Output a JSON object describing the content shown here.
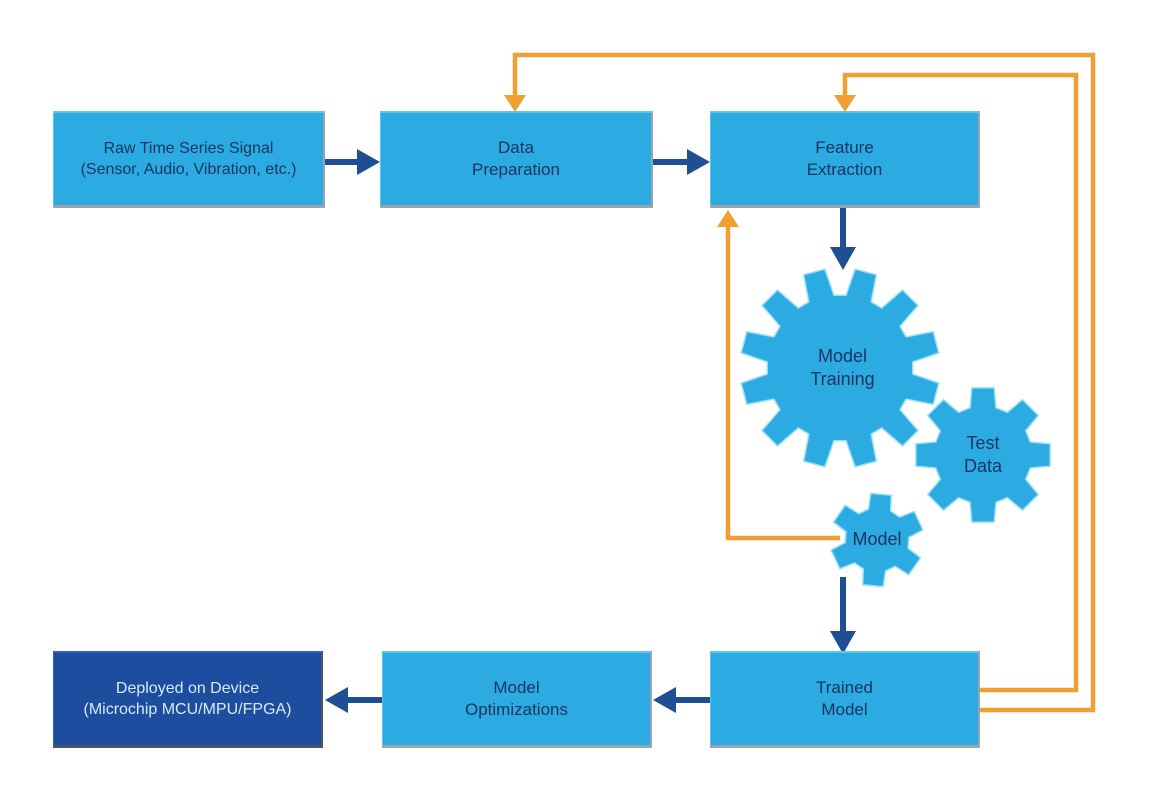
{
  "colors": {
    "canvas": "#FFFFFF",
    "box_fill": "#2CAAE2",
    "box_edge_light": "#5FC6F1",
    "box_edge_shadow": "#96A5AE",
    "gear_edge": "#9ADFF8",
    "deploy_fill": "#1C4D9E",
    "deploy_text": "#D6EBFB",
    "label_text": "#16355F",
    "arrow": "#1F4E94",
    "feedback": "#F0A033"
  },
  "nodes": {
    "raw": {
      "lines": [
        "Raw Time Series Signal",
        "(Sensor, Audio, Vibration, etc.)"
      ]
    },
    "prep": {
      "lines": [
        "Data",
        "Preparation"
      ]
    },
    "feat": {
      "lines": [
        "Feature",
        "Extraction"
      ]
    },
    "training": {
      "lines": [
        "Model",
        "Training"
      ]
    },
    "test": {
      "lines": [
        "Test",
        "Data"
      ]
    },
    "model": {
      "lines": [
        "Model"
      ]
    },
    "trained": {
      "lines": [
        "Trained",
        "Model"
      ]
    },
    "optim": {
      "lines": [
        "Model",
        "Optimizations"
      ]
    },
    "deploy": {
      "lines": [
        "Deployed on Device",
        "(Microchip MCU/MPU/FPGA)"
      ]
    }
  },
  "edges": [
    {
      "from": "raw",
      "to": "prep",
      "type": "flow"
    },
    {
      "from": "prep",
      "to": "feat",
      "type": "flow"
    },
    {
      "from": "feat",
      "to": "training",
      "type": "flow"
    },
    {
      "from": "model",
      "to": "trained",
      "type": "flow"
    },
    {
      "from": "trained",
      "to": "optim",
      "type": "flow"
    },
    {
      "from": "optim",
      "to": "deploy",
      "type": "flow"
    },
    {
      "from": "trained",
      "to": "prep",
      "type": "feedback"
    },
    {
      "from": "trained",
      "to": "feat",
      "type": "feedback"
    },
    {
      "from": "model",
      "to": "feat",
      "type": "feedback"
    }
  ]
}
